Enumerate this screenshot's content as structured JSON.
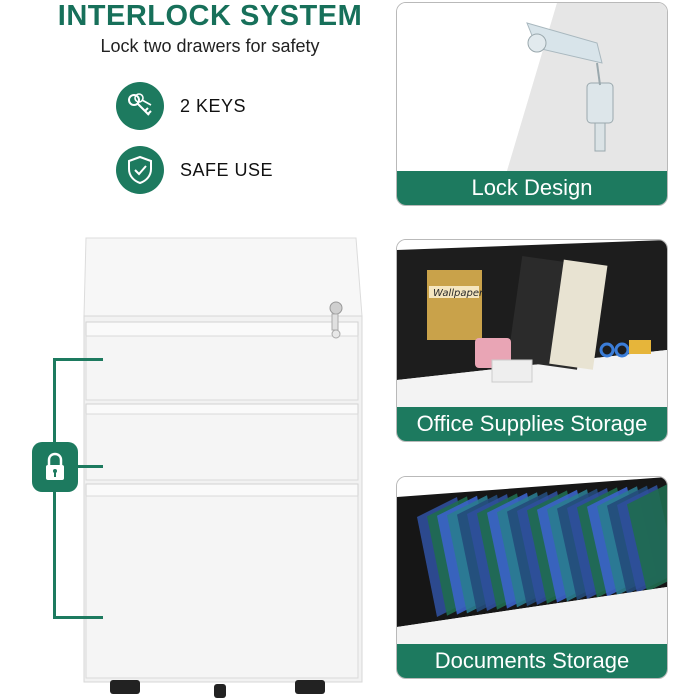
{
  "header": {
    "title": "INTERLOCK SYSTEM",
    "subtitle": "Lock two drawers for safety"
  },
  "features": [
    {
      "icon": "keys-icon",
      "label": "2 KEYS"
    },
    {
      "icon": "shield-check-icon",
      "label": "SAFE USE"
    }
  ],
  "panels": [
    {
      "name": "lock-design",
      "caption": "Lock Design"
    },
    {
      "name": "office-supplies-storage",
      "caption": "Office Supplies Storage"
    },
    {
      "name": "documents-storage",
      "caption": "Documents Storage"
    }
  ],
  "colors": {
    "accent": "#1d7a5f",
    "title": "#17705a"
  },
  "magazine_text": "Wallpaper"
}
